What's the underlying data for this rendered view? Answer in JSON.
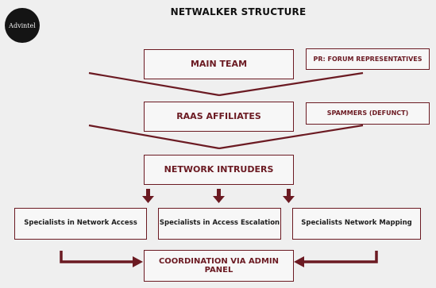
{
  "logo": {
    "text": "Advintel"
  },
  "diagram": {
    "title": "NETWALKER STRUCTURE",
    "boxes": {
      "main_team": "MAIN TEAM",
      "pr": "PR: FORUM REPRESENTATIVES",
      "raas": "RAAS AFFILIATES",
      "spammers": "SPAMMERS (DEFUNCT)",
      "intruders": "NETWORK INTRUDERS",
      "spec_access": "Specialists in Network Access",
      "spec_escalation": "Specialists in Access Escalation",
      "spec_mapping": "Specialists Network Mapping",
      "coordination": "COORDINATION VIA ADMIN PANEL"
    }
  },
  "colors": {
    "accent": "#6b1a22",
    "background": "#efefef",
    "logo_bg": "#141414"
  }
}
